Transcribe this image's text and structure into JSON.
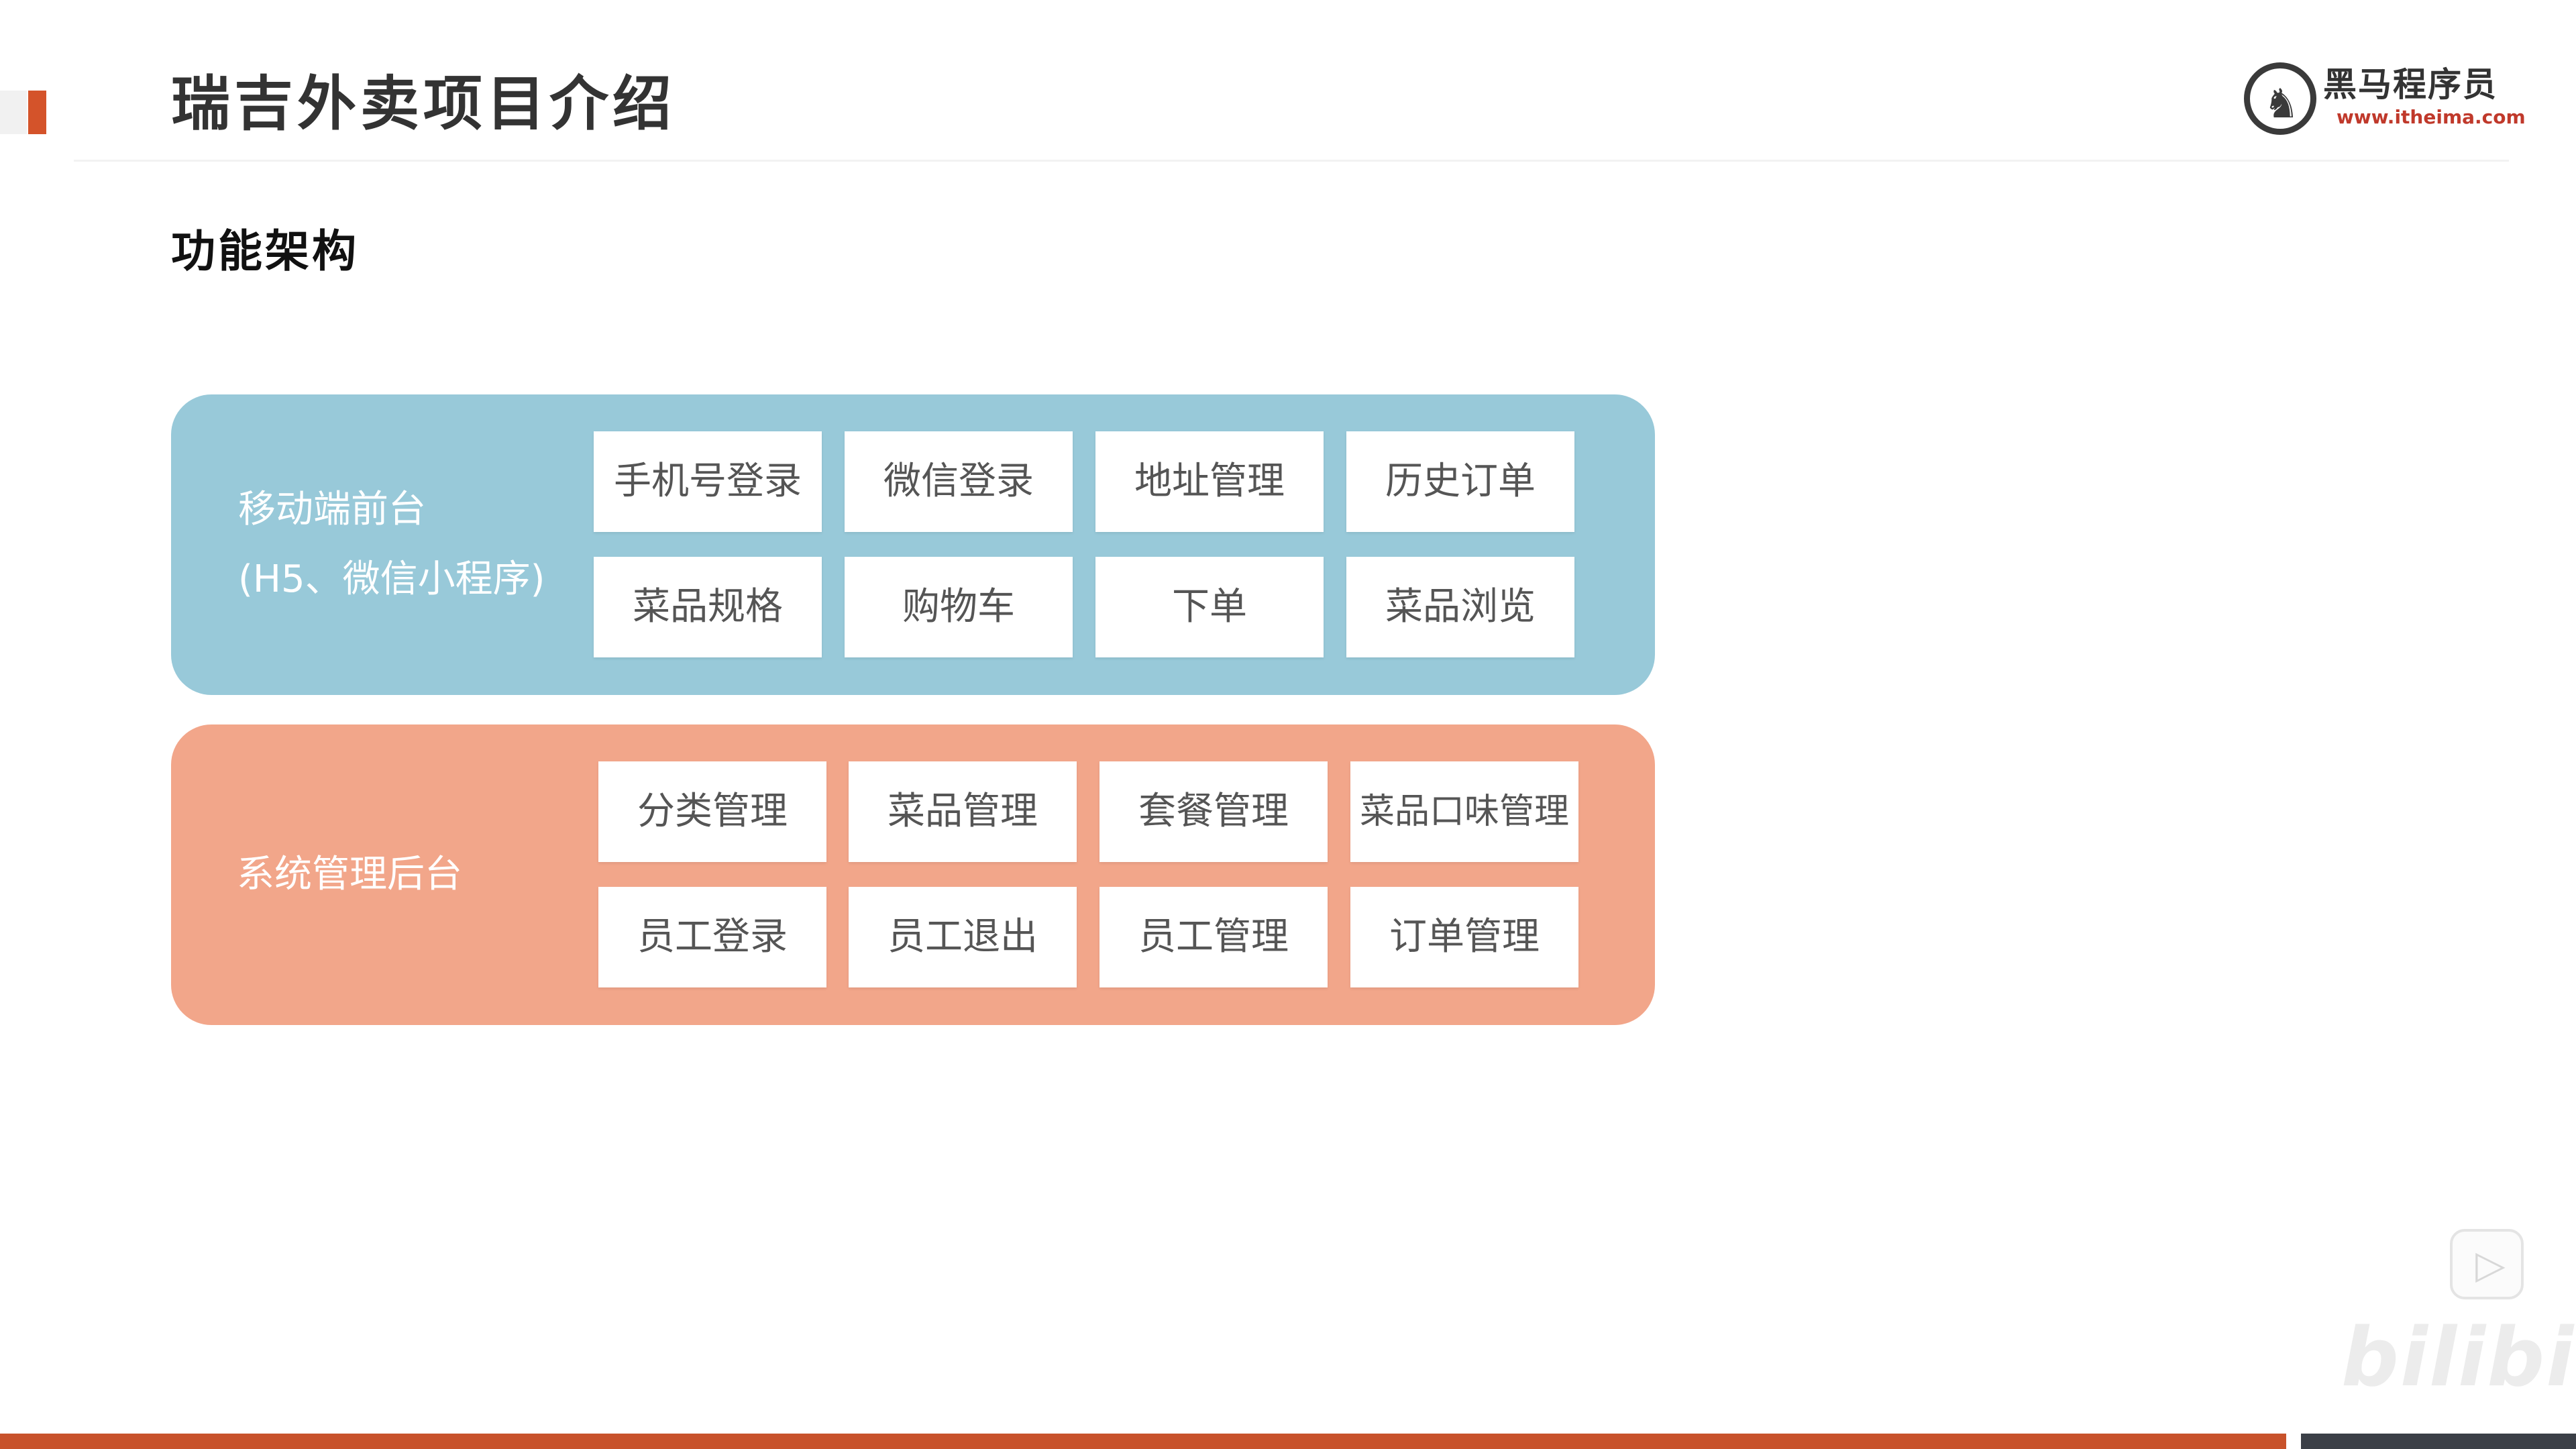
{
  "slide": {
    "title": "瑞吉外卖项目介绍",
    "subtitle": "功能架构"
  },
  "logo": {
    "name": "黑马程序员",
    "url": "www.itheima.com",
    "icon": "horse-logo-icon"
  },
  "mobile": {
    "label_line1": "移动端前台",
    "label_line2": "(H5、微信小程序)",
    "color": "#98c9d9",
    "items": [
      "手机号登录",
      "微信登录",
      "地址管理",
      "历史订单",
      "菜品规格",
      "购物车",
      "下单",
      "菜品浏览"
    ]
  },
  "admin": {
    "label": "系统管理后台",
    "color": "#f2a68a",
    "items": [
      "分类管理",
      "菜品管理",
      "套餐管理",
      "菜品口味管理",
      "员工登录",
      "员工退出",
      "员工管理",
      "订单管理"
    ]
  },
  "overlay": {
    "play_icon": "play-icon",
    "watermark": "bilibili"
  },
  "colors": {
    "accent": "#d4532a",
    "footer_red": "#c8522b",
    "footer_dark": "#3b3f47"
  }
}
